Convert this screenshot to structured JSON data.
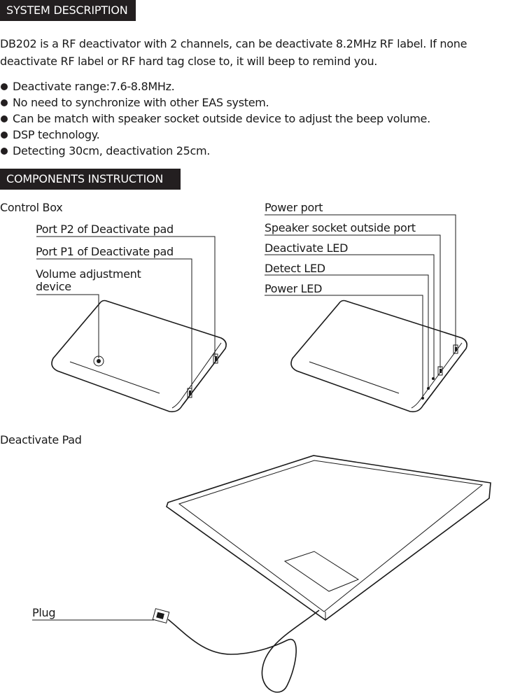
{
  "sections": {
    "system_description": "SYSTEM DESCRIPTION",
    "components_instruction": "COMPONENTS INSTRUCTION"
  },
  "description": "DB202 is a RF deactivator with 2 channels, can be deactivate 8.2MHz RF label. If none deactivate RF label or RF hard tag close to, it will beep to remind you.",
  "features": [
    "Deactivate range:7.6-8.8MHz.",
    "No need to synchronize with other EAS system.",
    "Can be match with speaker socket outside device to adjust the beep volume.",
    "DSP technology.",
    "Detecting 30cm, deactivation 25cm."
  ],
  "control_box": {
    "title": "Control Box",
    "left_labels": [
      "Port P2 of Deactivate pad",
      "Port P1 of Deactivate pad",
      "Volume adjustment device"
    ],
    "right_labels": [
      "Power port",
      "Speaker socket outside port",
      "Deactivate LED",
      "Detect LED",
      "Power LED"
    ]
  },
  "deactivate_pad": {
    "title": "Deactivate Pad",
    "plug_label": "Plug"
  }
}
